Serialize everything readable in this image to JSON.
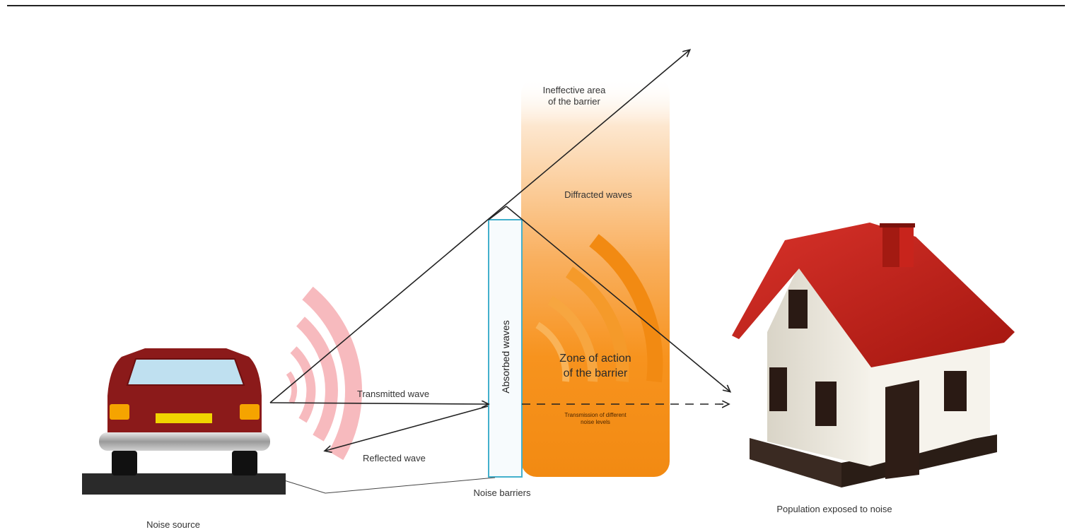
{
  "labels": {
    "ineffective_area_line1": "Ineffective area",
    "ineffective_area_line2": "of the barrier",
    "diffracted_waves": "Diffracted waves",
    "zone_line1": "Zone of action",
    "zone_line2": "of the barrier",
    "transmission_line1": "Transmission of different",
    "transmission_line2": "noise levels",
    "absorbed_waves": "Absorbed waves",
    "transmitted_wave": "Transmitted wave",
    "reflected_wave": "Reflected wave",
    "noise_barriers": "Noise barriers",
    "noise_source": "Noise source",
    "population": "Population exposed to noise"
  },
  "colors": {
    "zone_orange": "#f7931e",
    "wave_pink": "#f4a3a8",
    "car_body": "#8b1a1a",
    "roof_red": "#c8241c",
    "wall_cream": "#f2eee4",
    "barrier_outline": "#43b0cc",
    "arrow_line": "#222222"
  },
  "icons": {
    "car": "car-icon",
    "house": "house-icon"
  }
}
